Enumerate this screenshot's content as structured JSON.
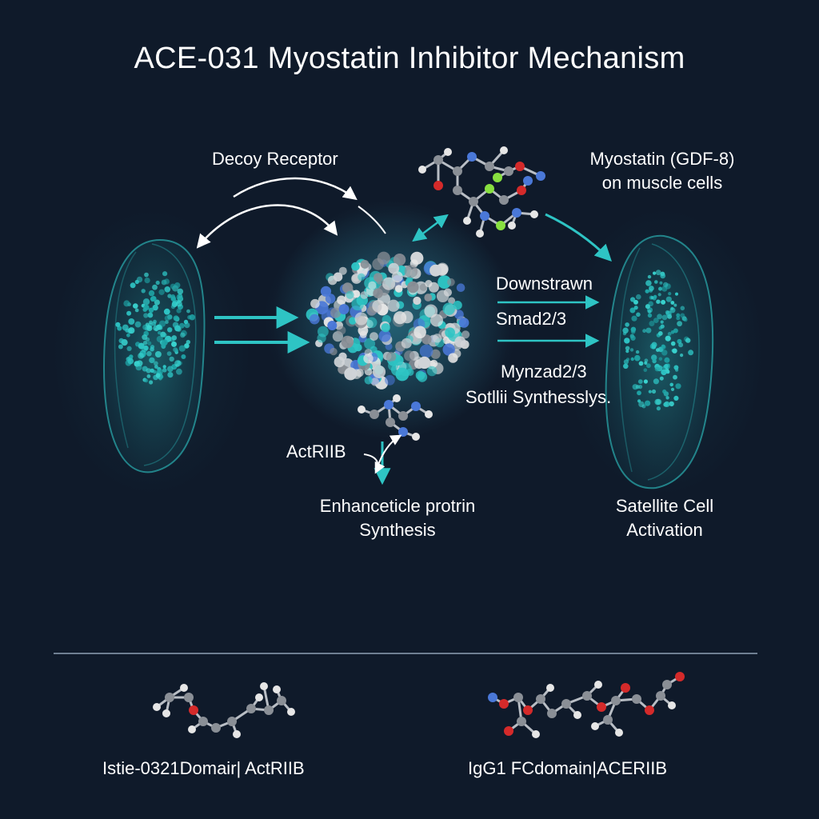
{
  "title": "ACE-031 Myostatin Inhibitor Mechanism",
  "labels": {
    "decoy_receptor": "Decoy Receptor",
    "myostatin_line1": "Myostatin (GDF-8)",
    "myostatin_line2": "on muscle cells",
    "downstream": "Downstrawn",
    "smad": "Smad2/3",
    "mynzad": "Mynzad2/3",
    "synthesis_garbled": "Sotllii Synthesslys.",
    "actriib": "ActRIIB",
    "enhanced_line1": "Enhanceticle protrin",
    "enhanced_line2": "Synthesis",
    "satellite_line1": "Satellite Cell",
    "satellite_line2": "Activation",
    "bottom_left": "Istie-0321Domair| ActRIIB",
    "bottom_right": "IgG1 FCdomain|ACERIIB"
  },
  "colors": {
    "background": "#0f1a2a",
    "teal": "#2ec4c4",
    "carbon": "#8a8f96",
    "hydrogen": "#e6e6e6",
    "nitrogen": "#4a78d8",
    "oxygen": "#d42a2a",
    "fluorine": "#88e040",
    "divider": "#6f7f92"
  },
  "icons": {
    "left_cell": "muscle-cell-icon",
    "right_cell": "muscle-cell-icon",
    "center_protein": "protein-cluster-icon",
    "myostatin": "molecule-icon",
    "actriib": "molecule-icon"
  }
}
